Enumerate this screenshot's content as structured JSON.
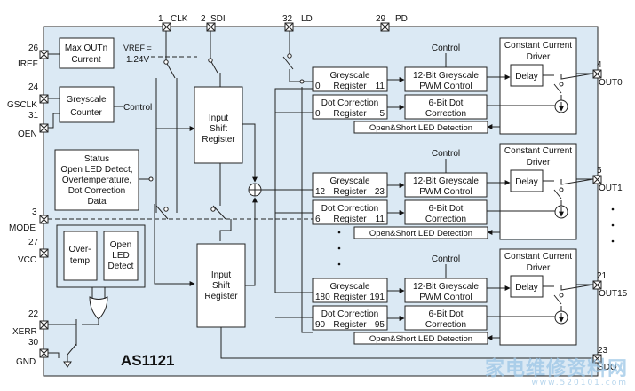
{
  "chip_name": "AS1121",
  "pins": {
    "clk": {
      "num": "1",
      "label": "CLK"
    },
    "sdi": {
      "num": "2",
      "label": "SDI"
    },
    "ld": {
      "num": "32",
      "label": "LD"
    },
    "pd": {
      "num": "29",
      "label": "PD"
    },
    "iref": {
      "num": "26",
      "label": "IREF"
    },
    "gsclk": {
      "num": "24",
      "label": "GSCLK"
    },
    "oen": {
      "num": "31",
      "label": "OEN"
    },
    "mode": {
      "num": "3",
      "label": "MODE"
    },
    "vcc": {
      "num": "27",
      "label": "VCC"
    },
    "xerr": {
      "num": "22",
      "label": "XERR"
    },
    "gnd": {
      "num": "30",
      "label": "GND"
    },
    "out0": {
      "num": "4",
      "label": "OUT0"
    },
    "out1": {
      "num": "5",
      "label": "OUT1"
    },
    "out15": {
      "num": "21",
      "label": "OUT15"
    },
    "sdo": {
      "num": "23",
      "label": "SDO"
    }
  },
  "blocks": {
    "max_out_current": {
      "line1": "Max OUTn",
      "line2": "Current"
    },
    "vref": {
      "line1": "VREF =",
      "line2": "1.24V"
    },
    "greyscale_counter": {
      "line1": "Greyscale",
      "line2": "Counter"
    },
    "counter_control": "Control",
    "status": [
      "Status",
      "Open LED Detect,",
      "Overtemperature,",
      "Dot Correction",
      "Data"
    ],
    "input_shift_register_1": [
      "Input",
      "Shift",
      "Register"
    ],
    "input_shift_register_2": [
      "Input",
      "Shift",
      "Register"
    ],
    "overtemp": [
      "Over-",
      "temp"
    ],
    "open_led_detect": [
      "Open",
      "LED",
      "Detect"
    ]
  },
  "channels": [
    {
      "control": "Control",
      "greyscale": {
        "title": "Greyscale",
        "lo": "0",
        "mid": "Register",
        "hi": "11"
      },
      "pwm": [
        "12-Bit Greyscale",
        "PWM Control"
      ],
      "dot": {
        "title": "Dot Correction",
        "lo": "0",
        "mid": "Register",
        "hi": "5"
      },
      "dotctl": [
        "6-Bit Dot",
        "Correction"
      ],
      "detect": "Open&Short LED Detection",
      "driver": [
        "Constant Current",
        "Driver"
      ],
      "delay": "Delay"
    },
    {
      "control": "Control",
      "greyscale": {
        "title": "Greyscale",
        "lo": "12",
        "mid": "Register",
        "hi": "23"
      },
      "pwm": [
        "12-Bit Greyscale",
        "PWM Control"
      ],
      "dot": {
        "title": "Dot Correction",
        "lo": "6",
        "mid": "Register",
        "hi": "11"
      },
      "dotctl": [
        "6-Bit Dot",
        "Correction"
      ],
      "detect": "Open&Short LED Detection",
      "driver": [
        "Constant Current",
        "Driver"
      ],
      "delay": "Delay"
    },
    {
      "control": "Control",
      "greyscale": {
        "title": "Greyscale",
        "lo": "180",
        "mid": "Register",
        "hi": "191"
      },
      "pwm": [
        "12-Bit Greyscale",
        "PWM Control"
      ],
      "dot": {
        "title": "Dot Correction",
        "lo": "90",
        "mid": "Register",
        "hi": "95"
      },
      "dotctl": [
        "6-Bit Dot",
        "Correction"
      ],
      "detect": "Open&Short LED Detection",
      "driver": [
        "Constant Current",
        "Driver"
      ],
      "delay": "Delay"
    }
  ],
  "watermark": {
    "line1": "家电维修资料网",
    "line2": "www.520101.com"
  }
}
